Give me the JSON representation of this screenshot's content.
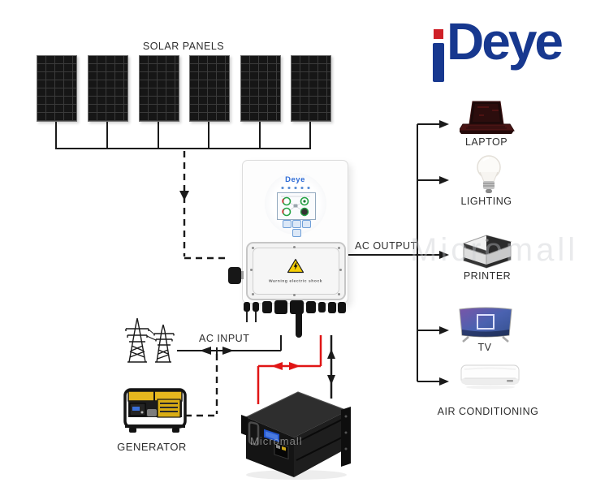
{
  "brand": {
    "name": "Deye",
    "logo_color": "#17388f",
    "logo_accent_color": "#cf2027"
  },
  "titles": {
    "solar_panels": "SOLAR PANELS"
  },
  "labels": {
    "ac_output": "AC OUTPUT",
    "ac_input": "AC INPUT",
    "generator": "GENERATOR"
  },
  "inverter": {
    "display_brand": "Deye",
    "warning": "Warning electric shock"
  },
  "loads": [
    {
      "label": "LAPTOP"
    },
    {
      "label": "LIGHTING"
    },
    {
      "label": "PRINTER"
    },
    {
      "label": "TV"
    },
    {
      "label": "AIR CONDITIONING"
    }
  ],
  "watermark": {
    "text": "Micromall"
  },
  "colors": {
    "wire_black": "#1a1a1a",
    "wire_battery_red": "#e01515",
    "panel_dark": "#161616",
    "warning_yellow": "#f6cf06"
  }
}
